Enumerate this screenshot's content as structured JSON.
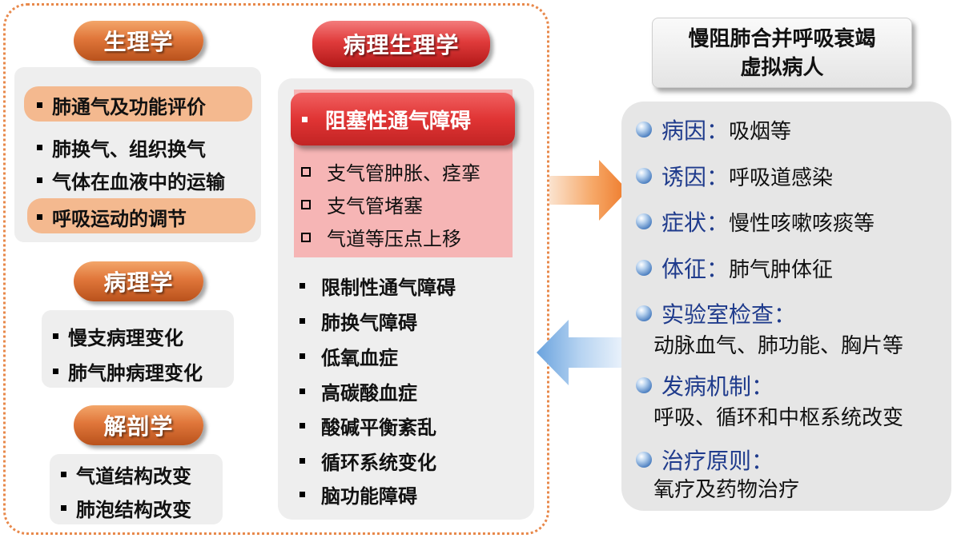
{
  "physiology": {
    "title": "生理学",
    "items": [
      "肺通气及功能评价",
      "肺换气、组织换气",
      "气体在血液中的运输",
      "呼吸运动的调节"
    ]
  },
  "pathology": {
    "title": "病理学",
    "items": [
      "慢支病理变化",
      "肺气肿病理变化"
    ]
  },
  "anatomy": {
    "title": "解剖学",
    "items": [
      "气道结构改变",
      "肺泡结构改变"
    ]
  },
  "pathophysiology": {
    "title": "病理生理学",
    "obstructive": {
      "title": "阻塞性通气障碍",
      "items": [
        "支气管肿胀、痉挛",
        "支气管堵塞",
        "气道等压点上移"
      ]
    },
    "items": [
      "限制性通气障碍",
      "肺换气障碍",
      "低氧血症",
      "高碳酸血症",
      "酸碱平衡紊乱",
      "循环系统变化",
      "脑功能障碍"
    ]
  },
  "virtual_patient": {
    "title_line1": "慢阻肺合并呼吸衰竭",
    "title_line2": "虚拟病人",
    "items": [
      {
        "label": "病因：",
        "value": "吸烟等"
      },
      {
        "label": "诱因：",
        "value": "呼吸道感染"
      },
      {
        "label": "症状：",
        "value": "慢性咳嗽咳痰等"
      },
      {
        "label": "体征：",
        "value": "肺气肿体征"
      },
      {
        "label": "实验室检查：",
        "value": "动脉血气、肺功能、胸片等"
      },
      {
        "label": "发病机制：",
        "value": "呼吸、循环和中枢系统改变"
      },
      {
        "label": "治疗原则：",
        "value": "氧疗及药物治疗"
      }
    ]
  },
  "colors": {
    "orange_pill": "#e0763a",
    "red_pill": "#e03b3b",
    "highlight": "#f4b98f",
    "obstructive_bg": "#f6b5b5",
    "label_blue": "#1f3b8c",
    "arrow_orange": "#f28a3c",
    "arrow_blue": "#7fb3e6",
    "frame_dots": "#e8884a"
  }
}
